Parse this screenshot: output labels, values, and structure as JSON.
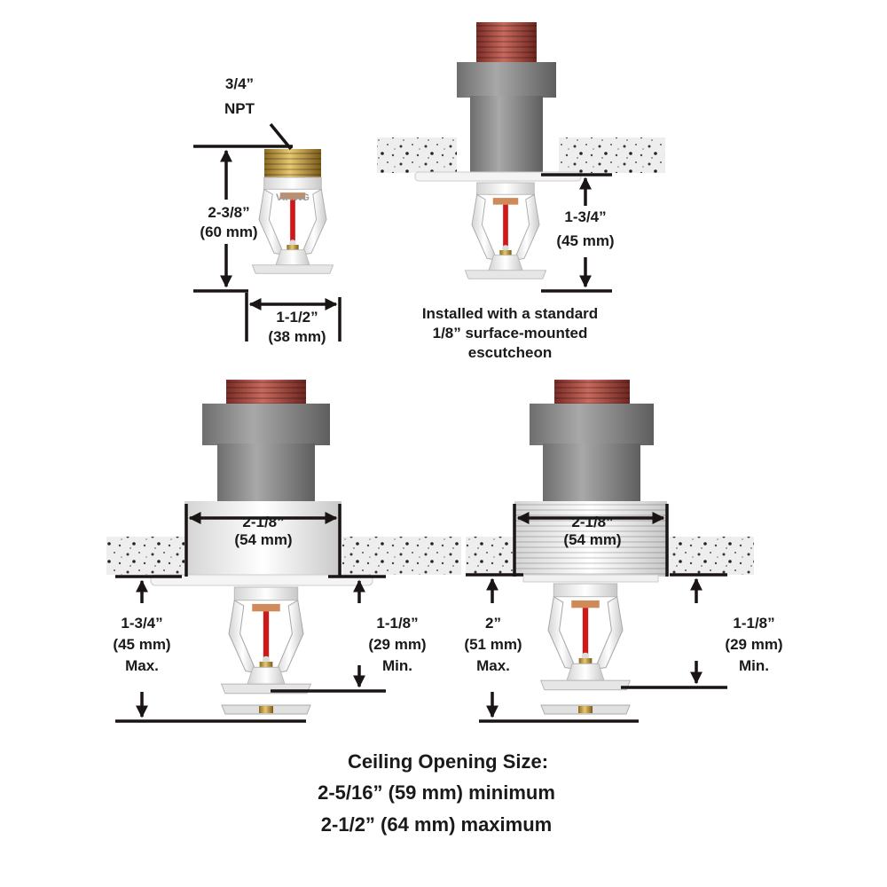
{
  "panel_bare": {
    "thread_label_line1": "3/4”",
    "thread_label_line2": "NPT",
    "height_in": "2-3/8”",
    "height_mm": "(60 mm)",
    "width_in": "1-1/2”",
    "width_mm": "(38 mm)",
    "brand_mark": "VIKING"
  },
  "panel_escutcheon": {
    "drop_in": "1-3/4”",
    "drop_mm": "(45 mm)",
    "caption_line1": "Installed with a standard",
    "caption_line2": "1/8” surface-mounted",
    "caption_line3": "escutcheon"
  },
  "panel_recessed_left": {
    "cup_in": "2-1/8”",
    "cup_mm": "(54 mm)",
    "max_in": "1-3/4”",
    "max_mm": "(45 mm)",
    "max_label": "Max.",
    "min_in": "1-1/8”",
    "min_mm": "(29 mm)",
    "min_label": "Min."
  },
  "panel_recessed_right": {
    "cup_in": "2-1/8”",
    "cup_mm": "(54 mm)",
    "max_in": "2”",
    "max_mm": "(51 mm)",
    "max_label": "Max.",
    "min_in": "1-1/8”",
    "min_mm": "(29 mm)",
    "min_label": "Min."
  },
  "footer": {
    "line1": "Ceiling Opening Size:",
    "line2": "2-5/16” (59 mm) minimum",
    "line3": "2-1/2” (64 mm) maximum"
  },
  "colors": {
    "dimension_line": "#1a1414",
    "pipe_red": "#a8443a",
    "fitting_gray": "#8a8a8a",
    "brass": "#c9a24a",
    "bulb_red": "#d01818"
  }
}
